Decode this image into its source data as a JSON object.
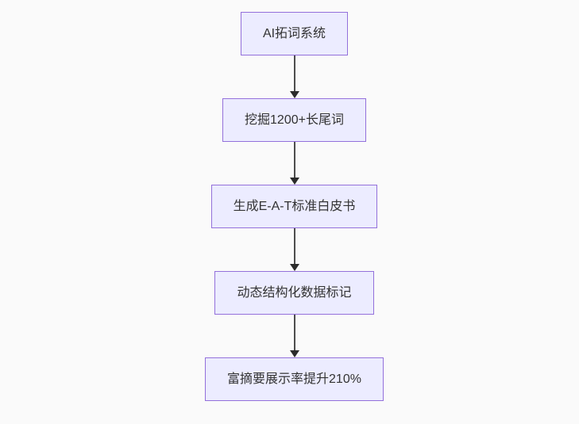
{
  "page": {
    "background_color": "#fafafa"
  },
  "flowchart": {
    "type": "vertical-flow",
    "node_fill_color": "#ececff",
    "node_border_color": "#9370db",
    "node_text_color": "#333333",
    "arrow_line_color": "#4d4d4d",
    "arrow_head_color": "#2b2b2b",
    "nodes": [
      {
        "id": "node-1",
        "label": "AI拓词系统"
      },
      {
        "id": "node-2",
        "label": "挖掘1200+长尾词"
      },
      {
        "id": "node-3",
        "label": "生成E-A-T标准白皮书"
      },
      {
        "id": "node-4",
        "label": "动态结构化数据标记"
      },
      {
        "id": "node-5",
        "label": "富摘要展示率提升210%"
      }
    ],
    "edges": [
      {
        "from": "node-1",
        "to": "node-2"
      },
      {
        "from": "node-2",
        "to": "node-3"
      },
      {
        "from": "node-3",
        "to": "node-4"
      },
      {
        "from": "node-4",
        "to": "node-5"
      }
    ]
  }
}
